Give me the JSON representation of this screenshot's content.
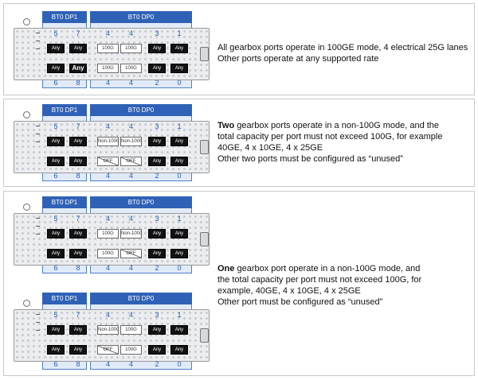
{
  "headers": {
    "dp1": "BT0 DP1",
    "dp0": "BT0 DP0"
  },
  "top_numbers": [
    "5",
    "7",
    "4",
    "4",
    "3",
    "1"
  ],
  "bottom_numbers": [
    "6",
    "8",
    "4",
    "4",
    "2",
    "0"
  ],
  "panels": [
    {
      "top_row": [
        "Any",
        "Any",
        "100G",
        "100G",
        "Any",
        "Any"
      ],
      "bottom_row": [
        "Any",
        "Any",
        "100G",
        "100G",
        "Any",
        "Any"
      ],
      "description": {
        "line1": "All gearbox ports operate in 100GE mode, 4 electrical 25G lanes",
        "line2": "Other ports operate at any supported rate"
      }
    },
    {
      "top_row": [
        "Any",
        "Any",
        "Non-100G",
        "Non-100G",
        "Any",
        "Any"
      ],
      "bottom_row": [
        "Any",
        "Any",
        "OFF",
        "OFF",
        "Any",
        "Any"
      ],
      "description": {
        "bold": "Two",
        "line1": " gearbox ports operate in a non-100G mode, and the",
        "line2": "total capacity per port must not exceed 100G, for example",
        "line3": "40GE, 4 x 10GE, 4 x 25GE",
        "line4": "Other two ports must be configured as “unused”"
      }
    },
    {
      "diagram_a": {
        "top_row": [
          "Any",
          "Any",
          "100G",
          "Non-100G",
          "Any",
          "Any"
        ],
        "bottom_row": [
          "Any",
          "Any",
          "100G",
          "OFF",
          "Any",
          "Any"
        ]
      },
      "diagram_b": {
        "top_row": [
          "Any",
          "Any",
          "Non-100G",
          "100G",
          "Any",
          "Any"
        ],
        "bottom_row": [
          "Any",
          "Any",
          "OFF",
          "100G",
          "Any",
          "Any"
        ]
      },
      "description": {
        "bold": "One",
        "line1": " gearbox port operate in a non-100G mode, and",
        "line2": "the total capacity per port must not exceed 100G, for",
        "line3": "example, 40GE, 4 x 10GE, 4 x 25GE",
        "line4": "Other port must be configured as “unused”"
      }
    }
  ],
  "colors": {
    "header_blue": "#2f62b7",
    "port_dark": "#121212",
    "group_border": "#4f7ecb",
    "number_blue": "#2a5bb0"
  }
}
